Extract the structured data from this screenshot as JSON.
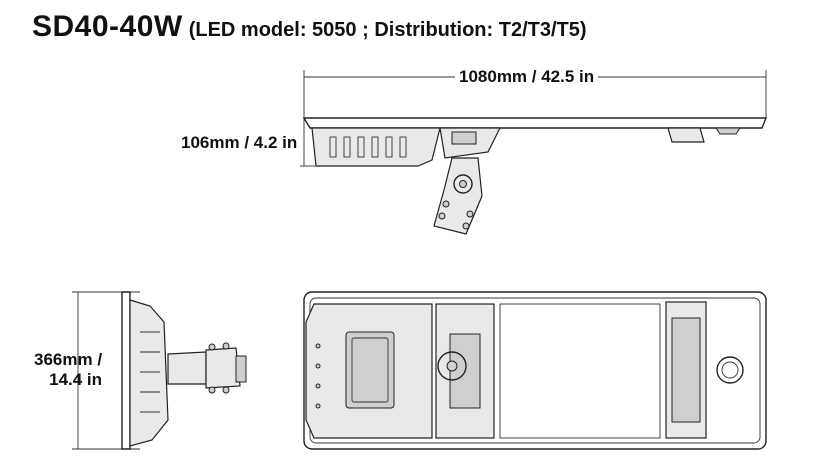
{
  "header": {
    "model": "SD40-40W",
    "spec": "(LED model: 5050 ; Distribution: T2/T3/T5)"
  },
  "dimensions": {
    "width_label": "1080mm / 42.5 in",
    "depth_label": "106mm / 4.2 in",
    "height_label_line1": "366mm /",
    "height_label_line2": "14.4 in"
  }
}
